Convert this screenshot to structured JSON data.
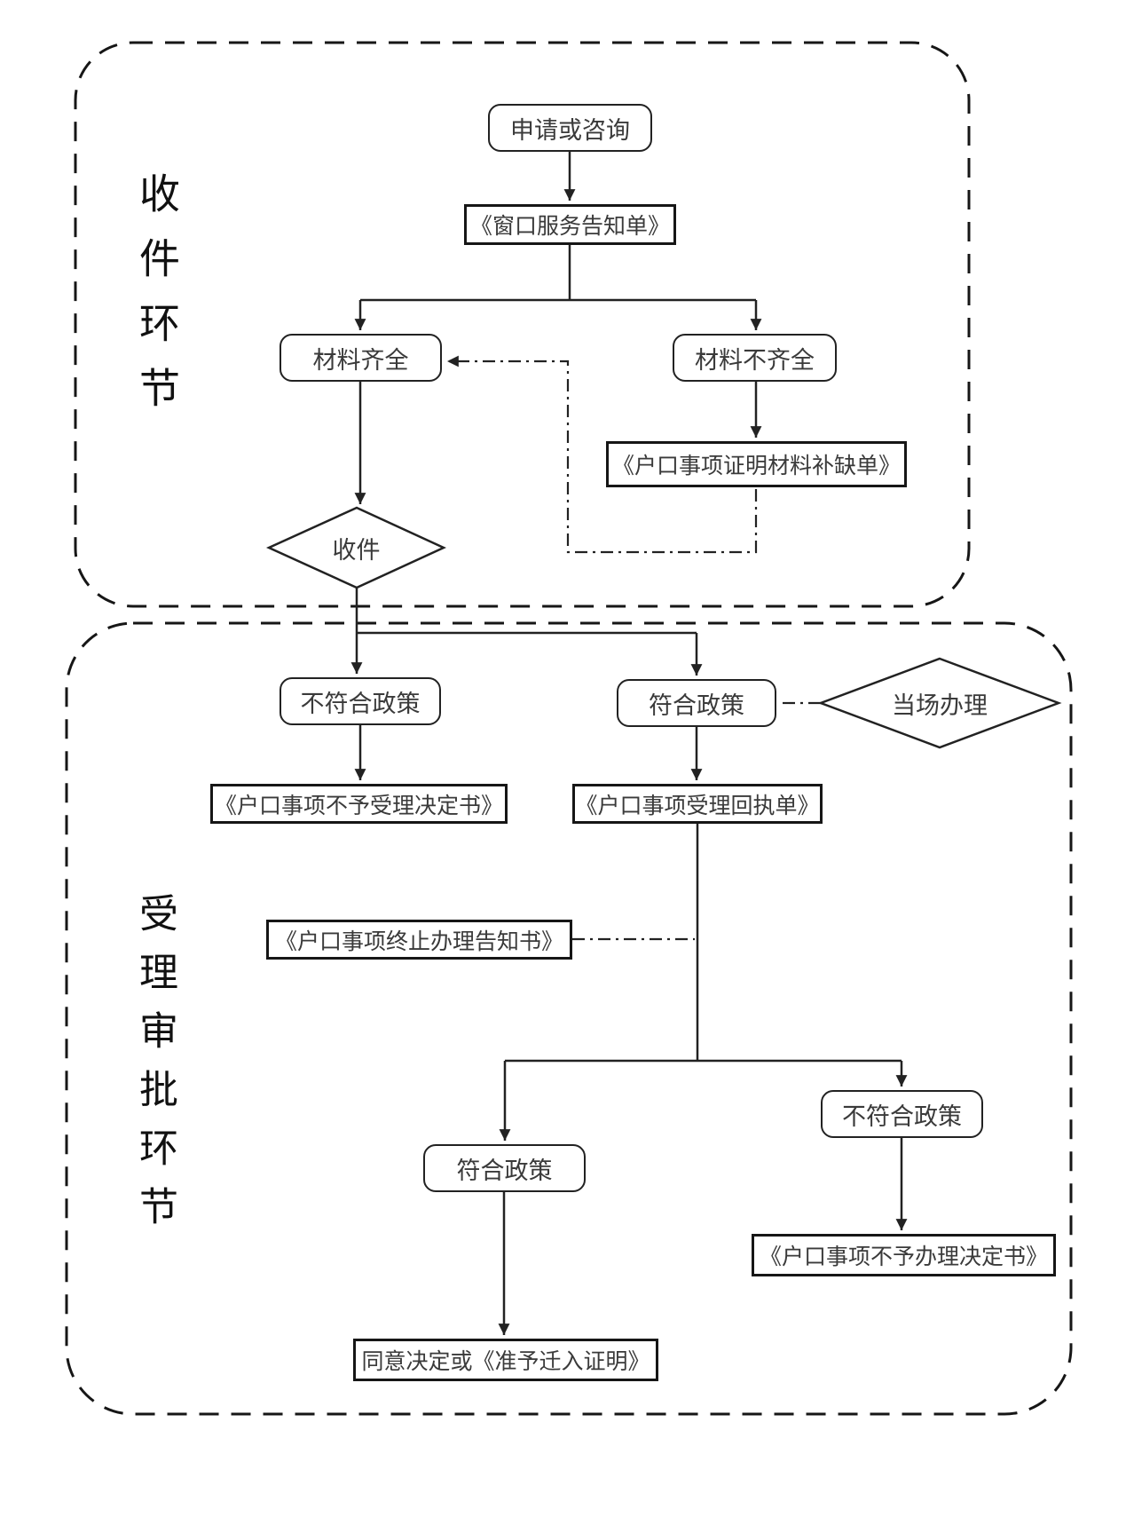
{
  "sections": {
    "intake": {
      "label": "收件环节"
    },
    "review": {
      "label": "受理审批环节"
    }
  },
  "nodes": {
    "apply": {
      "label": "申请或咨询",
      "type": "rounded"
    },
    "service_notice": {
      "label": "《窗口服务告知单》",
      "type": "rect"
    },
    "materials_complete": {
      "label": "材料齐全",
      "type": "rounded"
    },
    "materials_incomplete": {
      "label": "材料不齐全",
      "type": "rounded"
    },
    "missing_materials_list": {
      "label": "《户口事项证明材料补缺单》",
      "type": "rect"
    },
    "receive": {
      "label": "收件",
      "type": "diamond"
    },
    "policy_fail_1": {
      "label": "不符合政策",
      "type": "rounded"
    },
    "policy_pass_1": {
      "label": "符合政策",
      "type": "rounded"
    },
    "onsite_handling": {
      "label": "当场办理",
      "type": "diamond"
    },
    "rejection_decision": {
      "label": "《户口事项不予受理决定书》",
      "type": "rect"
    },
    "acceptance_receipt": {
      "label": "《户口事项受理回执单》",
      "type": "rect"
    },
    "termination_notice": {
      "label": "《户口事项终止办理告知书》",
      "type": "rect"
    },
    "policy_pass_2": {
      "label": "符合政策",
      "type": "rounded"
    },
    "policy_fail_2": {
      "label": "不符合政策",
      "type": "rounded"
    },
    "no_handling_decision": {
      "label": "《户口事项不予办理决定书》",
      "type": "rect"
    },
    "approval": {
      "label": "同意决定或《准予迁入证明》",
      "type": "rect"
    }
  },
  "colors": {
    "line": "#222222",
    "text": "#3a3a3a",
    "background": "#ffffff"
  }
}
